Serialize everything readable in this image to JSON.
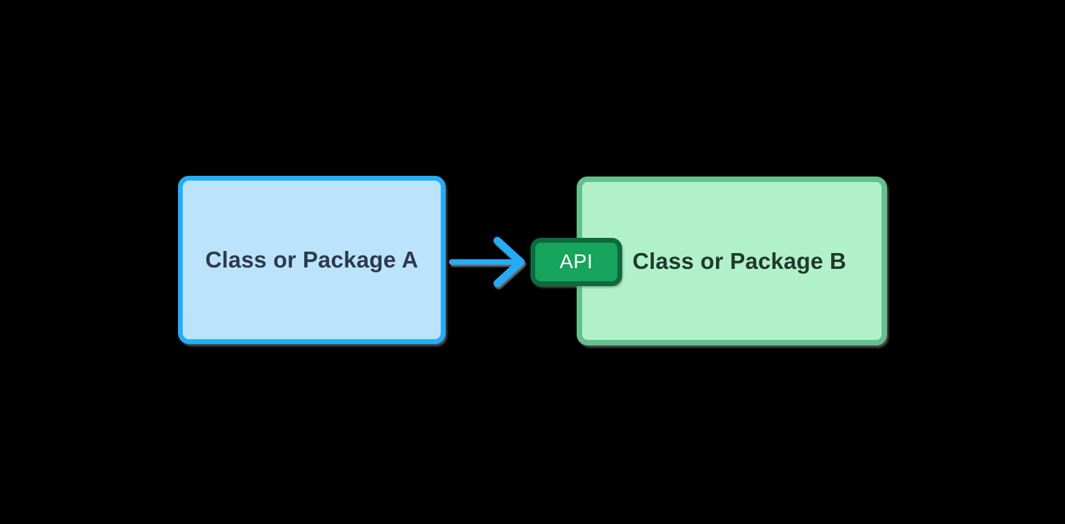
{
  "diagram": {
    "background_color": "#000000",
    "box_a": {
      "label": "Class or Package A",
      "fill_color": "#BCE3FC",
      "border_color": "#24ACF7",
      "text_color": "#2C3B4D"
    },
    "arrow": {
      "color": "#24ACF7"
    },
    "api_badge": {
      "label": "API",
      "fill_color": "#17A45C",
      "border_color": "#0B6B3D",
      "text_color": "#FFFFFF"
    },
    "box_b": {
      "label": "Class or Package B",
      "fill_color": "#B1F1CA",
      "border_color": "#65BF8E",
      "text_color": "#203A2B"
    }
  }
}
